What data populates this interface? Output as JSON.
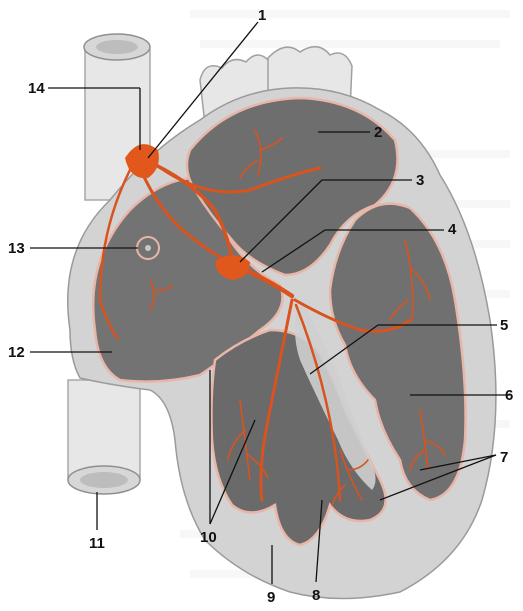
{
  "colors": {
    "vessel": "#e6e6e6",
    "vessel_edge": "#9a9a9a",
    "wall": "#cfcfcf",
    "chamber": "#7a7a7a",
    "chamber_dark": "#555555",
    "conduction": "#d9531e",
    "node": "#e2571c",
    "lining": "#e9b4a6"
  },
  "icons": [
    "diagram-heart-conduction-system"
  ],
  "labels": [
    {
      "id": "l1",
      "text": "1"
    },
    {
      "id": "l2",
      "text": "2"
    },
    {
      "id": "l3",
      "text": "3"
    },
    {
      "id": "l4",
      "text": "4"
    },
    {
      "id": "l5",
      "text": "5"
    },
    {
      "id": "l6",
      "text": "6"
    },
    {
      "id": "l7",
      "text": "7"
    },
    {
      "id": "l8",
      "text": "8"
    },
    {
      "id": "l9",
      "text": "9"
    },
    {
      "id": "l10",
      "text": "10"
    },
    {
      "id": "l11",
      "text": "11"
    },
    {
      "id": "l12",
      "text": "12"
    },
    {
      "id": "l13",
      "text": "13"
    },
    {
      "id": "l14",
      "text": "14"
    }
  ]
}
